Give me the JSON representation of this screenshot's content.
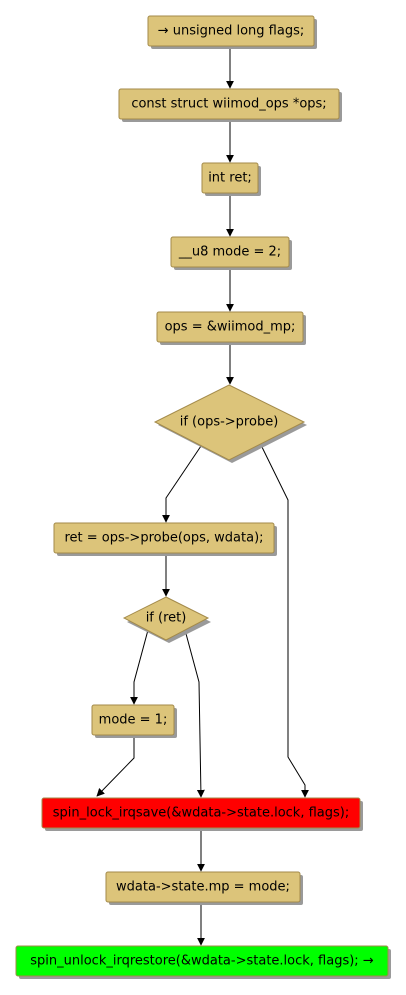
{
  "colors": {
    "node_fill": "#dcc47a",
    "node_stroke": "#a38a4a",
    "highlight_red": "#ff0000",
    "highlight_green": "#00ff00",
    "edge": "#000000"
  },
  "nodes": {
    "flags_decl": "→ unsigned long flags;",
    "ops_decl": "const struct wiimod_ops *ops;",
    "ret_decl": "int ret;",
    "mode_decl": "__u8 mode = 2;",
    "ops_assign": "ops = &wiimod_mp;",
    "if_probe": "if (ops->probe)",
    "ret_probe_call": "ret = ops->probe(ops, wdata);",
    "if_ret": "if (ret)",
    "mode_assign": "mode = 1;",
    "spin_lock": "spin_lock_irqsave(&wdata->state.lock, flags);",
    "state_mp_assign": "wdata->state.mp = mode;",
    "spin_unlock": "spin_unlock_irqrestore(&wdata->state.lock, flags); →"
  }
}
